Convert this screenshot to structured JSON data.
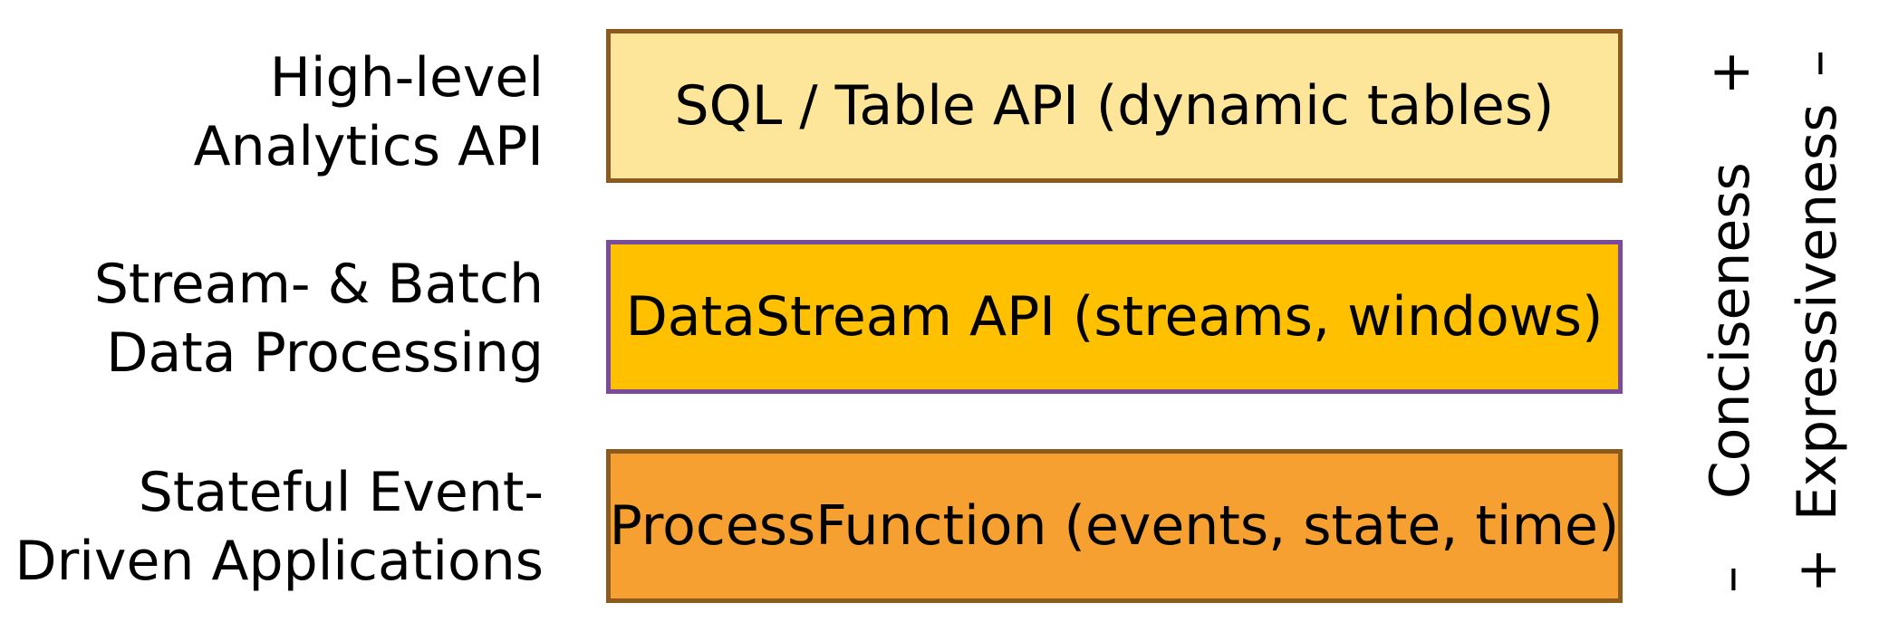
{
  "layers": [
    {
      "label_lines": [
        "High-level",
        "Analytics API"
      ],
      "api_text": "SQL / Table API (dynamic tables)",
      "fill": "#fde599",
      "border": "#8a5a1e"
    },
    {
      "label_lines": [
        "Stream- & Batch",
        "Data Processing"
      ],
      "api_text": "DataStream API (streams, windows)",
      "fill": "#ffc000",
      "border": "#7a4a9c"
    },
    {
      "label_lines": [
        "Stateful Event-",
        "Driven Applications"
      ],
      "api_text": "ProcessFunction (events, state, time)",
      "fill": "#f5a030",
      "border": "#8a5a1e"
    }
  ],
  "axes": [
    {
      "label": "Conciseness",
      "bottom_sign": "–",
      "top_sign": "+"
    },
    {
      "label": "Expressiveness",
      "bottom_sign": "+",
      "top_sign": "–"
    }
  ]
}
